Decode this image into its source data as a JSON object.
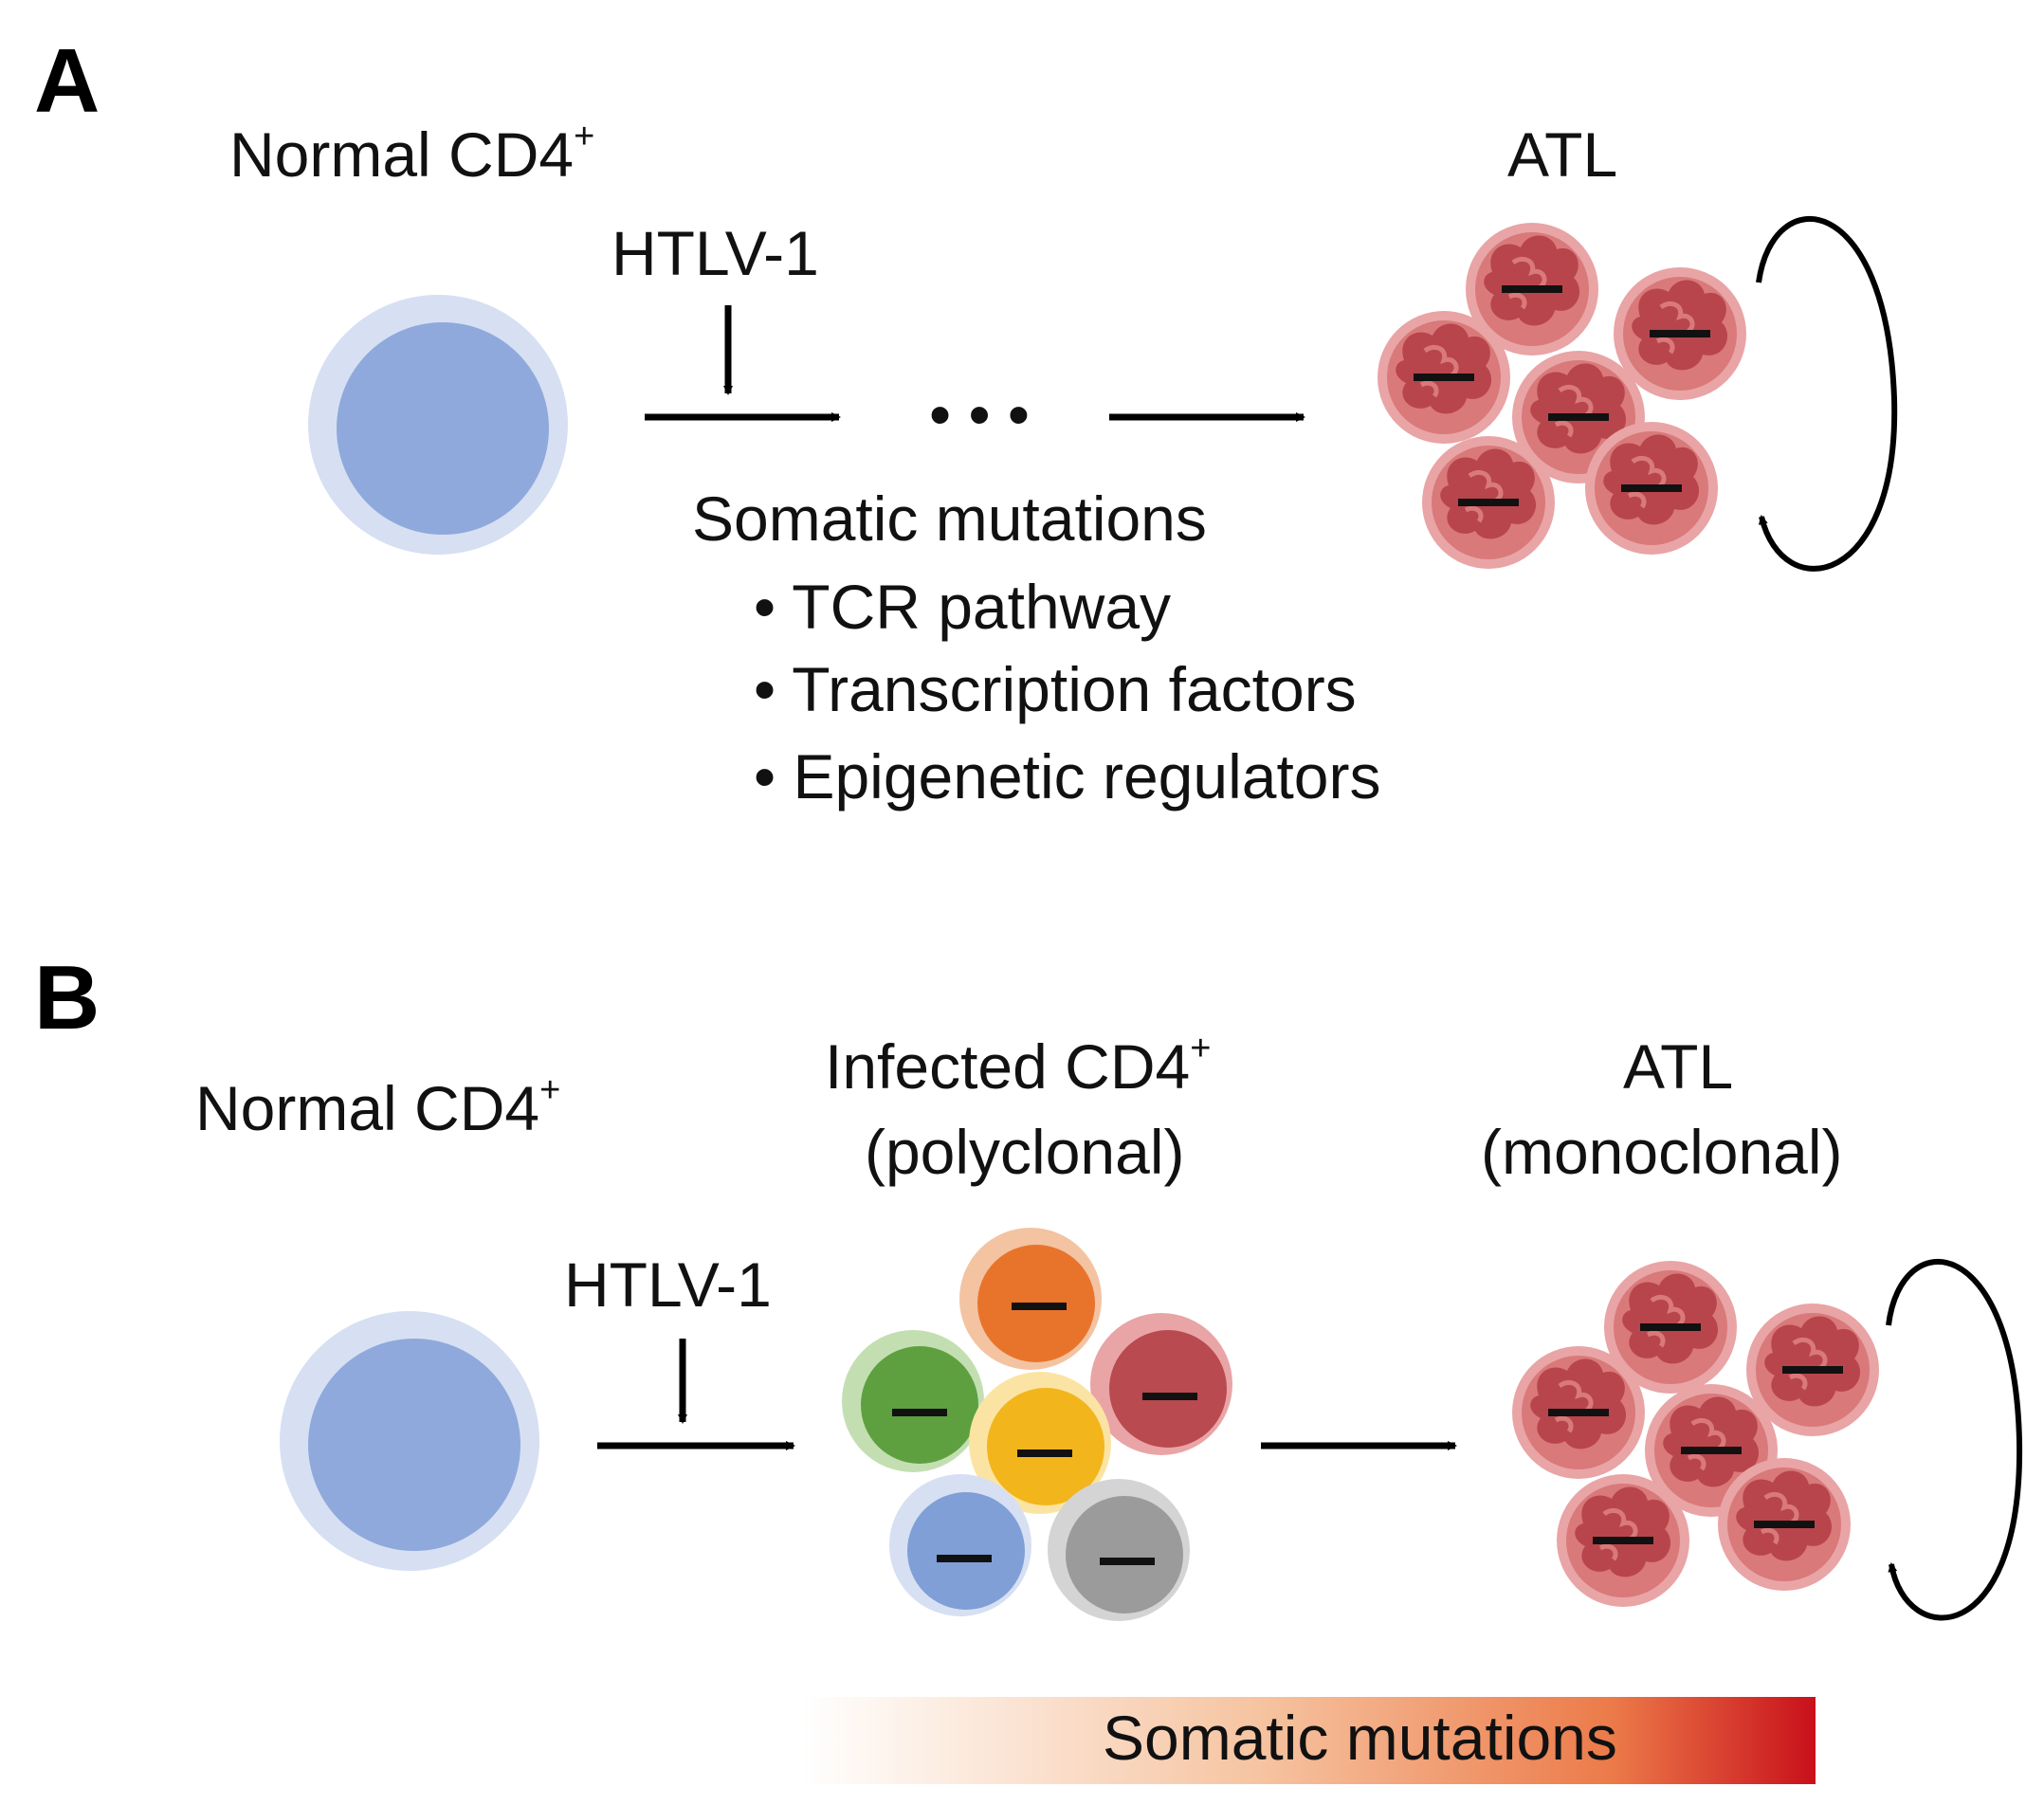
{
  "panel_a": {
    "label": "A",
    "normal_label": "Normal CD4",
    "normal_sup": "+",
    "virus_label": "HTLV-1",
    "ellipsis": "• • •",
    "atl_label": "ATL",
    "mutations_title": "Somatic mutations",
    "bullets": [
      "• TCR pathway",
      "• Transcription factors",
      "• Epigenetic regulators"
    ]
  },
  "panel_b": {
    "label": "B",
    "normal_label": "Normal CD4",
    "normal_sup": "+",
    "virus_label": "HTLV-1",
    "infected_label": "Infected CD4",
    "infected_sup": "+",
    "infected_sub": "(polyclonal)",
    "atl_label": "ATL",
    "atl_sub": "(monoclonal)",
    "gradient_label": "Somatic mutations"
  },
  "colors": {
    "normal_cell": "#8fa9dc",
    "normal_halo": "#d6e0f2",
    "atl_cell": "#d9797a",
    "atl_nucleus": "#b8454c",
    "clone_orange": "#e8742c",
    "clone_green": "#5ea040",
    "clone_yellow": "#f2b51c",
    "clone_red": "#b94a4f",
    "clone_blue": "#7f9fd6",
    "clone_gray": "#9b9b9b",
    "gradient_end": "#c8101b"
  }
}
